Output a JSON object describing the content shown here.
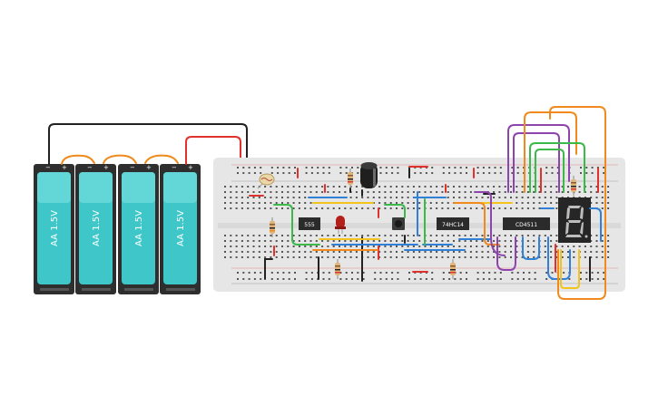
{
  "batteries": [
    {
      "label": "AA 1.5V"
    },
    {
      "label": "AA 1.5V"
    },
    {
      "label": "AA 1.5V"
    },
    {
      "label": "AA 1.5V"
    }
  ],
  "chips": [
    {
      "label": "555"
    },
    {
      "label": "74HC14"
    },
    {
      "label": "CD4511"
    }
  ],
  "colors": {
    "battery_body": "#3ec6c9",
    "battery_case": "#2e2e2e",
    "breadboard": "#e6e6e6",
    "rail_red": "#e0322d",
    "rail_black": "#222222",
    "wire_red": "#e0322d",
    "wire_black": "#222222",
    "wire_orange": "#f08a1c",
    "wire_purple": "#8e44ad",
    "wire_green": "#3cb94a",
    "wire_blue": "#2f80d6",
    "wire_yellow": "#f2c41b",
    "wire_brown": "#8a5a2b"
  }
}
